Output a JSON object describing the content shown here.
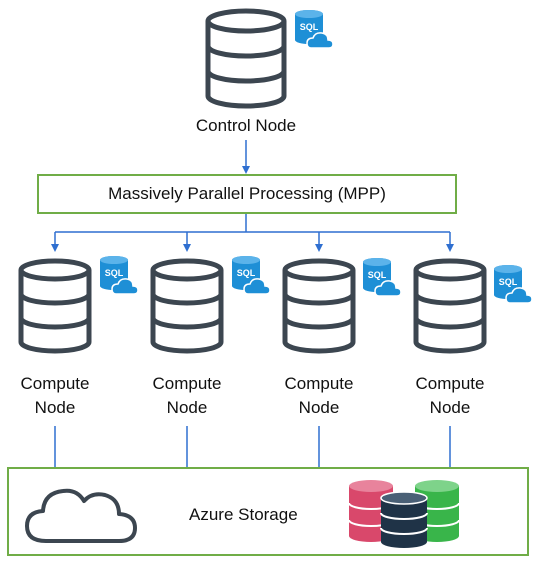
{
  "diagram": {
    "control_node": {
      "label": "Control Node",
      "badge": "SQL"
    },
    "mpp": {
      "label": "Massively Parallel Processing (MPP)"
    },
    "compute_nodes": [
      {
        "line1": "Compute",
        "line2": "Node",
        "badge": "SQL"
      },
      {
        "line1": "Compute",
        "line2": "Node",
        "badge": "SQL"
      },
      {
        "line1": "Compute",
        "line2": "Node",
        "badge": "SQL"
      },
      {
        "line1": "Compute",
        "line2": "Node",
        "badge": "SQL"
      }
    ],
    "storage": {
      "label": "Azure Storage"
    },
    "colors": {
      "db_stroke": "#3c4650",
      "connector": "#2f6fd0",
      "box_border": "#70ad47",
      "sql_badge": "#1e8fd6",
      "cloud": "#1e8fd6",
      "stack_red": "#d9486b",
      "stack_green": "#39b54a",
      "stack_navy": "#1f3347"
    }
  }
}
